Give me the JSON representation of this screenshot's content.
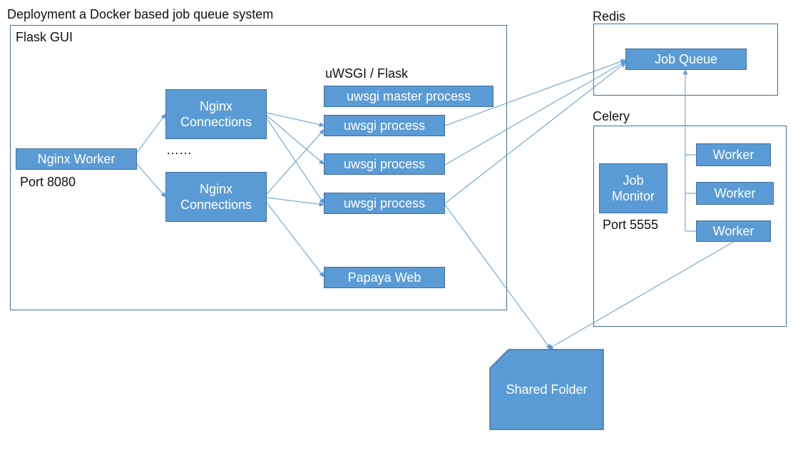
{
  "title": "Deployment a Docker based job queue system",
  "groups": {
    "flask": "Flask GUI",
    "redis": "Redis",
    "celery": "Celery",
    "uwsgi": "uWSGI / Flask"
  },
  "nodes": {
    "nginx_worker": "Nginx Worker",
    "nginx_conn_1": "Nginx\nConnections",
    "nginx_conn_2": "Nginx\nConnections",
    "ellipsis": "……",
    "uwsgi_master": "uwsgi master process",
    "uwsgi_1": "uwsgi process",
    "uwsgi_2": "uwsgi process",
    "uwsgi_3": "uwsgi process",
    "papaya": "Papaya Web",
    "job_queue": "Job Queue",
    "job_monitor": "Job\nMonitor",
    "worker_1": "Worker",
    "worker_2": "Worker",
    "worker_3": "Worker",
    "shared_folder": "Shared Folder"
  },
  "ports": {
    "nginx": "Port 8080",
    "monitor": "Port 5555"
  },
  "colors": {
    "node_fill": "#5b9bd5",
    "node_border": "#41719c",
    "line": "#5b9bd5"
  }
}
